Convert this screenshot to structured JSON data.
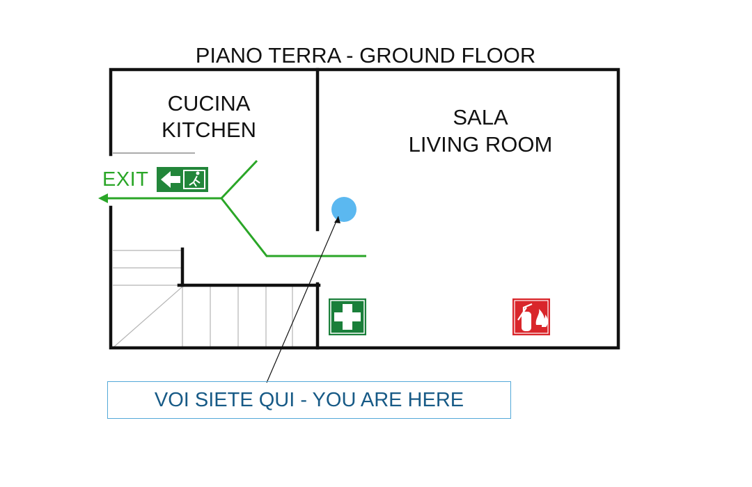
{
  "title": "PIANO TERRA - GROUND FLOOR",
  "rooms": {
    "kitchen": {
      "line1": "CUCINA",
      "line2": "KITCHEN"
    },
    "living": {
      "line1": "SALA",
      "line2": "LIVING ROOM"
    }
  },
  "exit_label": "EXIT",
  "you_are_here": "VOI SIETE QUI - YOU ARE HERE",
  "icons": {
    "exit_sign": "emergency-exit-icon",
    "first_aid": "first-aid-icon",
    "extinguisher": "fire-extinguisher-icon",
    "location": "you-are-here-marker-icon"
  },
  "colors": {
    "walls": "#111111",
    "escape_route": "#2aa627",
    "exit_sign": "#22863a",
    "first_aid": "#1a7f3a",
    "extinguisher": "#d9262b",
    "marker": "#5bb8f0",
    "callout_text": "#175a86",
    "callout_border": "#52a8d8"
  }
}
